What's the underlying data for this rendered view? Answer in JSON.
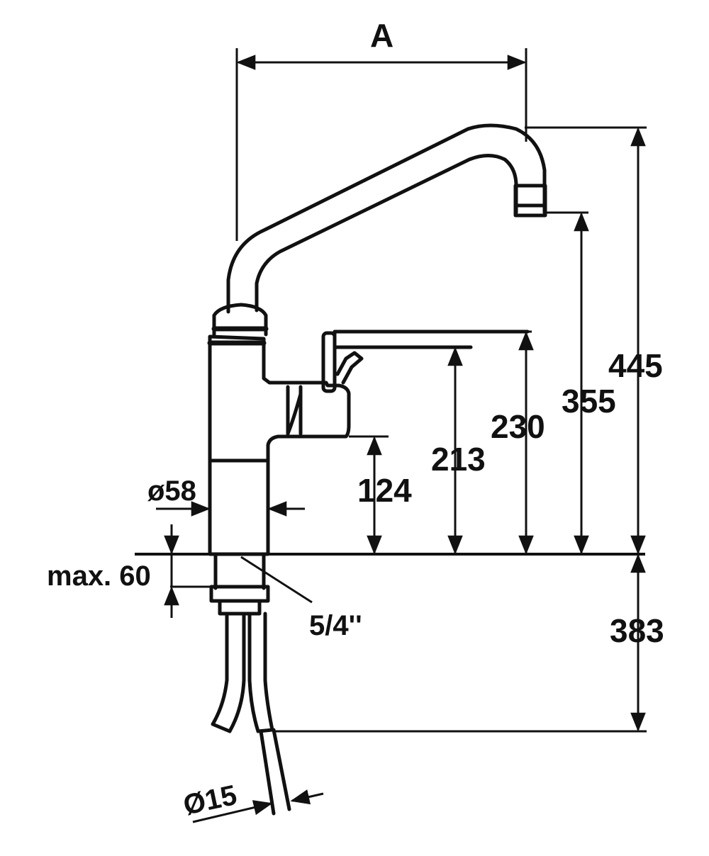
{
  "dimensions": {
    "reach": "A",
    "total_height": "445",
    "spout_height": "355",
    "lever_height": "230",
    "lever_tip_height": "213",
    "body_height": "124",
    "body_diameter": "ø58",
    "max_thickness": "max. 60",
    "thread": "5/4''",
    "hose_length": "383",
    "hose_diameter": "Ø15"
  },
  "colors": {
    "line": "#111111",
    "background": "#ffffff"
  }
}
